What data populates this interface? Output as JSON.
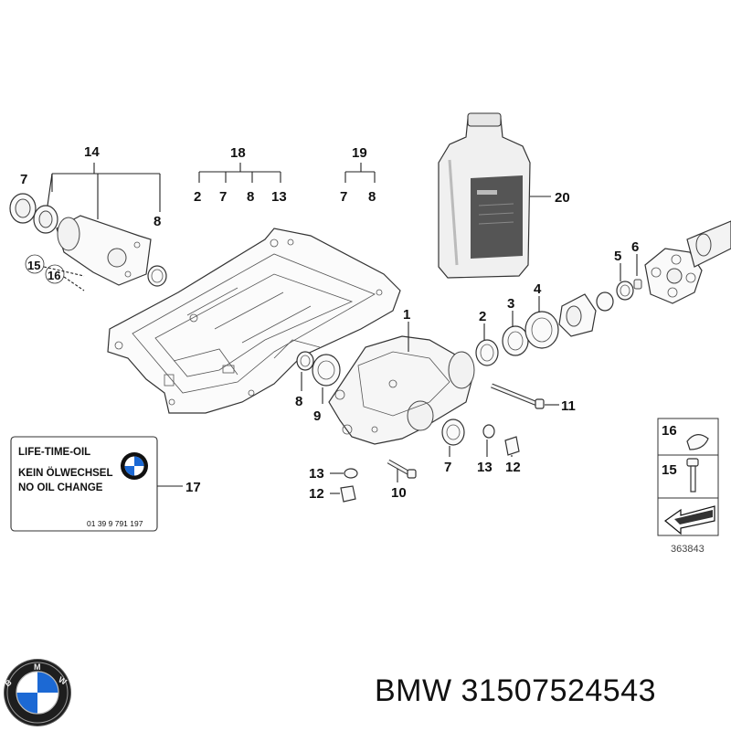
{
  "callouts": {
    "c14": "14",
    "c7a": "7",
    "c8a": "8",
    "c15": "15",
    "c16": "16",
    "c18": "18",
    "c18_2": "2",
    "c18_7": "7",
    "c18_8": "8",
    "c18_13": "13",
    "c19": "19",
    "c19_7": "7",
    "c19_8": "8",
    "c20": "20",
    "c1": "1",
    "c2": "2",
    "c3": "3",
    "c4": "4",
    "c5": "5",
    "c6": "6",
    "c8b": "8",
    "c9": "9",
    "c11": "11",
    "c7b": "7",
    "c13a": "13",
    "c12a": "12",
    "c13b": "13",
    "c12b": "12",
    "c10": "10",
    "c17": "17",
    "legend16": "16",
    "legend15": "15"
  },
  "oil_label": {
    "line1": "LIFE-TIME-OIL",
    "line2": "KEIN ÖLWECHSEL",
    "line3": "NO OIL CHANGE",
    "part_no": "01 39 9 791 197"
  },
  "diagram_ref": "363843",
  "brand_title": "BMW 31507524543",
  "colors": {
    "bmw_blue": "#1c69d4",
    "ink": "#111111",
    "bottle_label": "#555555"
  },
  "icons": {
    "logo": "bmw-roundel-icon",
    "arrow": "arrow-icon"
  }
}
